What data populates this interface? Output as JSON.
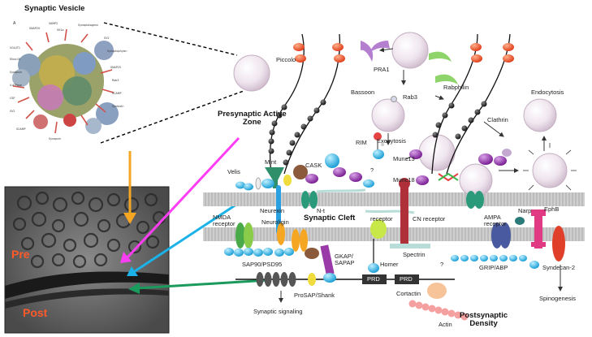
{
  "titles": {
    "synaptic_vesicle": "Synaptic Vesicle",
    "presynaptic_zone": "Presynaptic Active\nZone",
    "synaptic_cleft": "Synaptic Cleft",
    "postsynaptic_density": "Postsynaptic\nDensity"
  },
  "micrograph": {
    "pre": "Pre",
    "post": "Post"
  },
  "labels": {
    "piccolo": "Piccolo",
    "pra1": "PRA1",
    "bassoon": "Bassoon",
    "rabphilin": "Rabphilin",
    "rab3": "Rab3",
    "endocytosis": "Endocytosis",
    "exocytosis": "Exocytosis",
    "clathrin": "Clathrin",
    "rim": "RIM",
    "mint": "Mint",
    "cask": "CASK",
    "velis": "Velis",
    "munc13": "Munc13",
    "munc18": "Munc18",
    "question1": "?",
    "question2": "?",
    "neurexin": "Neurexin",
    "nt": "N-t",
    "neuroligin": "Neuroligin",
    "nmda": "NMDA\nreceptor",
    "receptor": "receptor",
    "cn_receptor": "CN receptor",
    "ampa": "AMPA\nreceptor",
    "narp": "Narp",
    "ephb": "EphB",
    "sap90": "SAP90/PSD95",
    "gkap": "GKAP/\nSAPAP",
    "homer": "Homer",
    "spectrin": "Spectrin",
    "grip": "GRIP/ABP",
    "syndecan": "Syndecan-2",
    "prd1": "PRD",
    "prd2": "PRD",
    "cortactin": "Cortactin",
    "prosap": "ProSAP/Shank",
    "actin": "Actin",
    "spinogenesis": "Spinogenesis",
    "synaptic_signaling": "Synaptic signaling"
  },
  "inset_labels": [
    "A",
    "SNAP29",
    "VAMP2",
    "Vti1a",
    "Synaptotagmin",
    "SV2",
    "Synaptophysin",
    "SNAP25",
    "Rab3",
    "SCAMP",
    "Syntaxin",
    "VGLUT1",
    "Munc18",
    "Synapsin",
    "V-ATPase",
    "CSP",
    "SV2",
    "SCAMP",
    "Synapsin"
  ],
  "colors": {
    "membrane": "#bdbdbd",
    "vesicle": "#efe4ee",
    "arrow_orange": "#f5a623",
    "arrow_magenta": "#ff3df5",
    "arrow_cyan": "#1ab2e8",
    "arrow_green": "#1a9a5c",
    "red_text": "#ff5a2a"
  }
}
